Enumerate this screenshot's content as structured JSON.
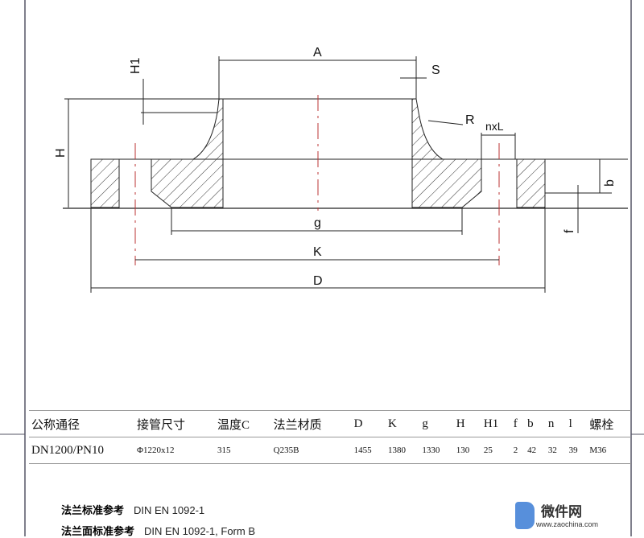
{
  "drawing": {
    "labels": {
      "A": "A",
      "S": "S",
      "H1": "H1",
      "H": "H",
      "R": "R",
      "nxL": "nxL",
      "b": "b",
      "f": "f",
      "g": "g",
      "K": "K",
      "D": "D"
    }
  },
  "table": {
    "headers": [
      "公称通径",
      "接管尺寸",
      "温度C",
      "法兰材质",
      "D",
      "K",
      "g",
      "H",
      "H1",
      "f",
      "b",
      "n",
      "l",
      "螺栓"
    ],
    "row": [
      "DN1200/PN10",
      "Φ1220x12",
      "315",
      "Q235B",
      "1455",
      "1380",
      "1330",
      "130",
      "25",
      "2",
      "42",
      "32",
      "39",
      "M36"
    ]
  },
  "refs": [
    {
      "label": "法兰标准参考",
      "value": "DIN EN 1092-1"
    },
    {
      "label": "法兰面标准参考",
      "value": "DIN EN 1092-1, Form B"
    }
  ],
  "watermark": {
    "name": "微件网",
    "url": "www.zaochina.com"
  }
}
